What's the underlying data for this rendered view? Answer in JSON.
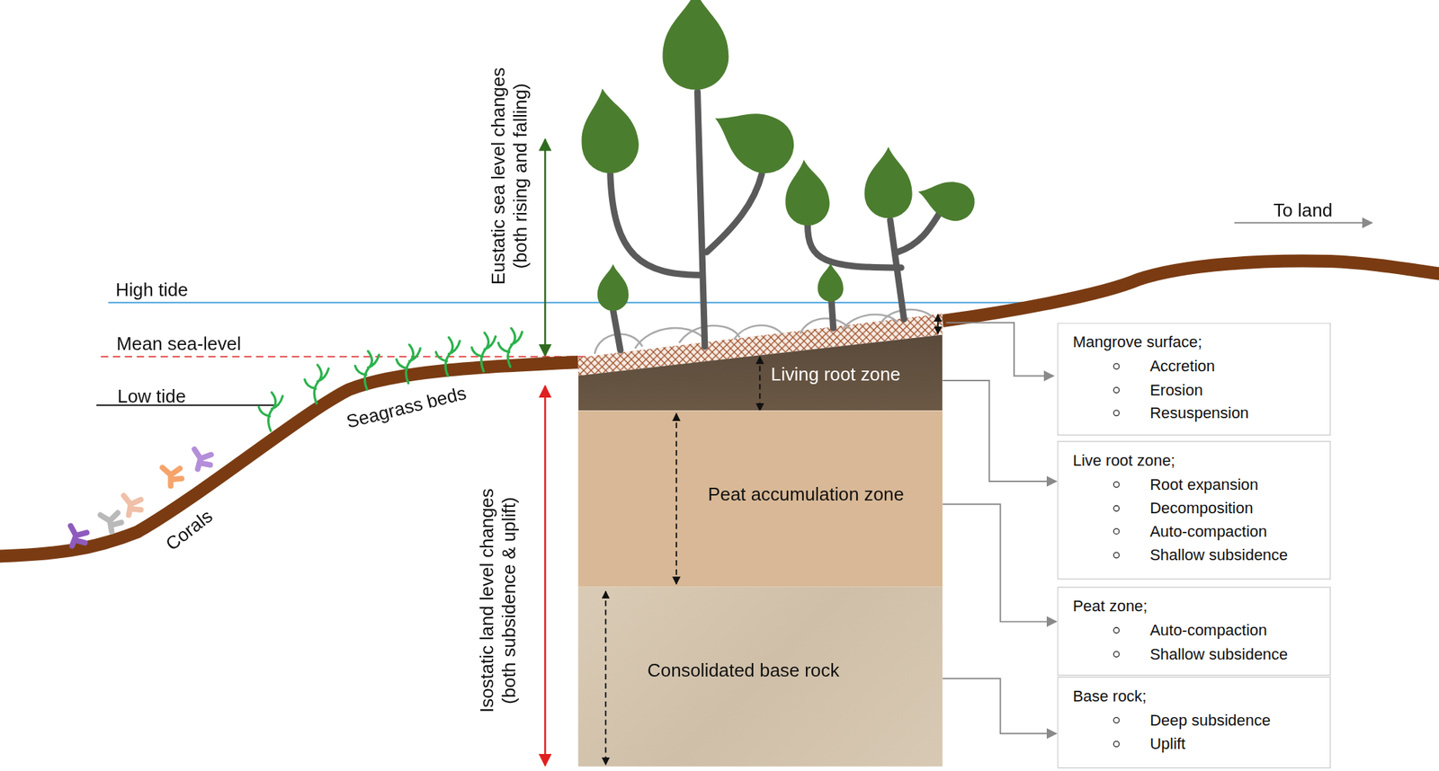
{
  "diagram": {
    "nodes": [
      {
        "text": [
          "Living root zone"
        ]
      },
      {
        "text": [
          "Peat accumulation zone"
        ]
      },
      {
        "text": [
          "Consolidated base rock"
        ]
      },
      {
        "text": [
          "Mangrove surface;",
          "Accretion",
          "Erosion",
          "Resuspension"
        ]
      },
      {
        "text": [
          "Live root zone;",
          "Root expansion",
          "Decomposition",
          "Auto-compaction",
          "Shallow subsidence"
        ]
      },
      {
        "text": [
          "Peat zone;",
          "Auto-compaction",
          "Shallow subsidence"
        ]
      },
      {
        "text": [
          "Base rock;",
          "Deep subsidence",
          "Uplift"
        ]
      }
    ],
    "edges": [
      {
        "from": 0,
        "to": 4,
        "arrow": "to"
      },
      {
        "from": 1,
        "to": 5,
        "arrow": "to"
      },
      {
        "from": 2,
        "to": 6,
        "arrow": "to"
      }
    ],
    "labels": [
      "Eustatic sea level changes (both rising and falling)",
      "High tide",
      "Mean sea-level",
      "Low tide",
      "Seagrass beds",
      "Corals",
      "Isostatic land level changes (both subsidence & uplift)",
      "To land"
    ]
  }
}
